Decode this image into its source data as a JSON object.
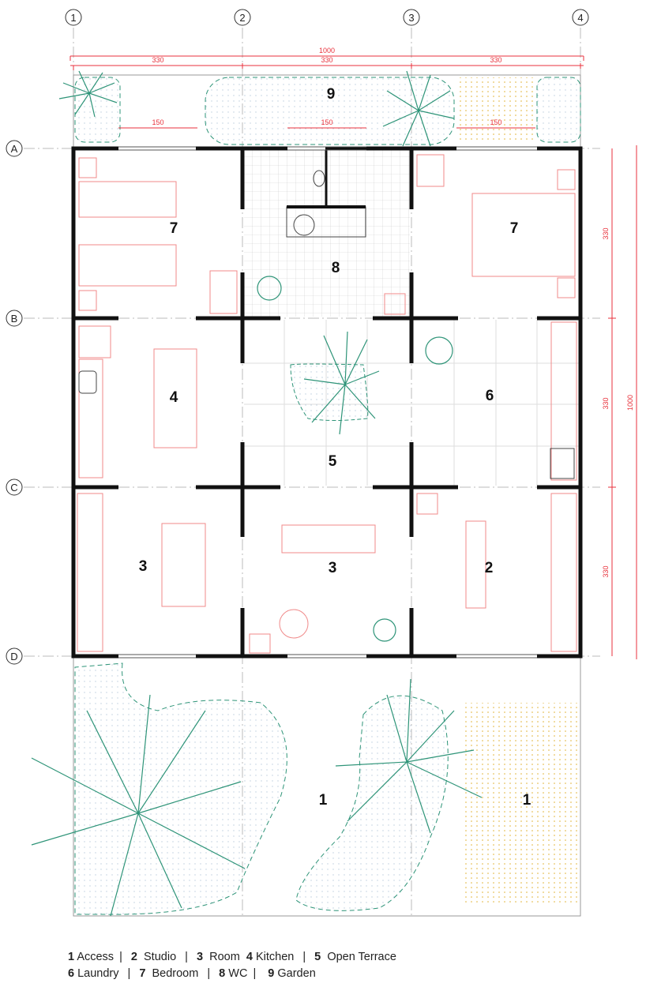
{
  "grid": {
    "columns": [
      "1",
      "2",
      "3",
      "4"
    ],
    "rows": [
      "A",
      "B",
      "C",
      "D"
    ]
  },
  "dimensions": {
    "total_width": "1000",
    "bays_top": [
      "330",
      "330",
      "330"
    ],
    "garden_openings": [
      "150",
      "150",
      "150"
    ],
    "bays_right": [
      "330",
      "330",
      "330"
    ],
    "total_height": "1000"
  },
  "rooms": [
    {
      "id": "bedroom-left",
      "number": "7"
    },
    {
      "id": "wc",
      "number": "8"
    },
    {
      "id": "bedroom-right",
      "number": "7"
    },
    {
      "id": "kitchen",
      "number": "4"
    },
    {
      "id": "open-terrace",
      "number": "5"
    },
    {
      "id": "laundry",
      "number": "6"
    },
    {
      "id": "room-left",
      "number": "3"
    },
    {
      "id": "room-center",
      "number": "3"
    },
    {
      "id": "studio",
      "number": "2"
    },
    {
      "id": "access-left",
      "number": "1"
    },
    {
      "id": "access-right",
      "number": "1"
    },
    {
      "id": "garden",
      "number": "9"
    }
  ],
  "legend": [
    {
      "number": "1",
      "label": "Access"
    },
    {
      "number": "2",
      "label": "Studio"
    },
    {
      "number": "3",
      "label": "Room"
    },
    {
      "number": "4",
      "label": "Kitchen"
    },
    {
      "number": "5",
      "label": "Open Terrace"
    },
    {
      "number": "6",
      "label": "Laundry"
    },
    {
      "number": "7",
      "label": "Bedroom"
    },
    {
      "number": "8",
      "label": "WC"
    },
    {
      "number": "9",
      "label": "Garden"
    }
  ],
  "colors": {
    "dimension": "#e8323c",
    "planting": "#2e9478",
    "wall": "#111111",
    "furniture": "#f08a8a",
    "gravel": "#e0b030"
  }
}
